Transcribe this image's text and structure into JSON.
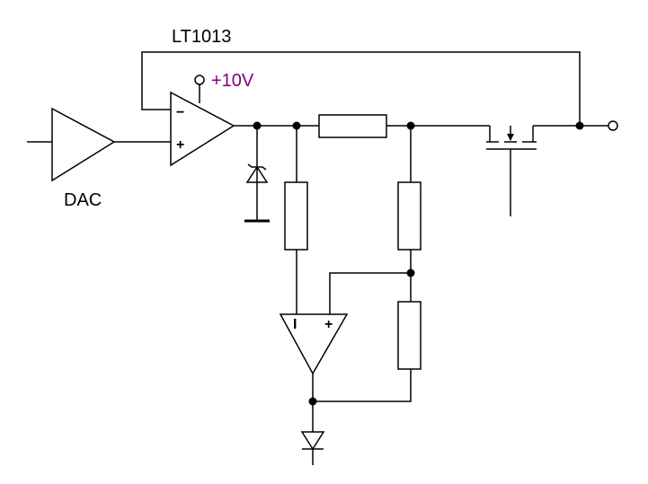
{
  "labels": {
    "opamp_part": "LT1013",
    "supply": "+10V",
    "dac": "DAC"
  },
  "pins": {
    "u1_minus": "−",
    "u1_plus": "+",
    "u2_minus": "I",
    "u2_plus": "+"
  },
  "colors": {
    "ink": "#000000",
    "supply_label": "#800080",
    "background": "#ffffff"
  }
}
